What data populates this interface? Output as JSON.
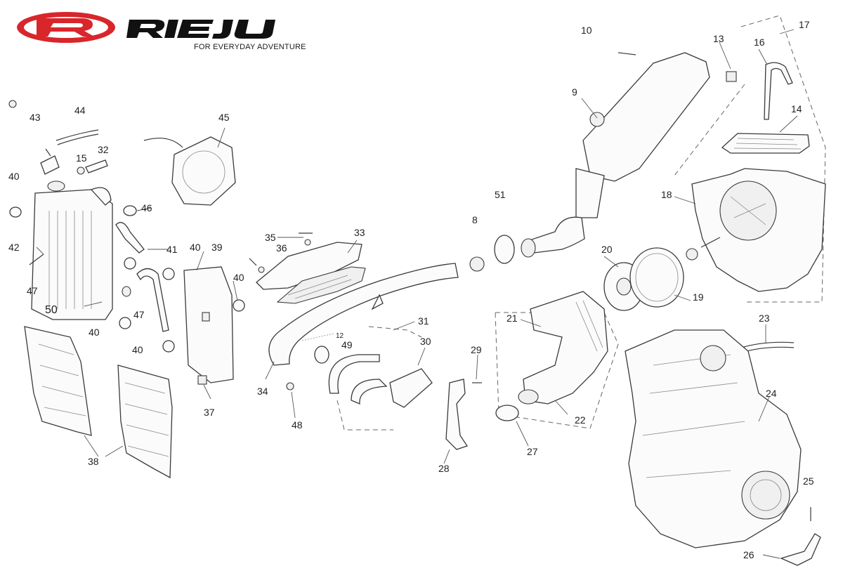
{
  "brand": {
    "logo_text": "RIEJU",
    "tagline": "FOR EVERYDAY ADVENTURE",
    "logo_color": "#d8262b"
  },
  "callouts": [
    "10",
    "13",
    "17",
    "16",
    "9",
    "14",
    "18",
    "51",
    "8",
    "20",
    "19",
    "21",
    "23",
    "24",
    "22",
    "27",
    "28",
    "29",
    "30",
    "31",
    "12",
    "49",
    "34",
    "48",
    "33",
    "35",
    "36",
    "40",
    "39",
    "41",
    "42",
    "47",
    "50",
    "43",
    "44",
    "15",
    "32",
    "45",
    "46",
    "37",
    "38",
    "25",
    "26"
  ],
  "colors": {
    "line": "#3a3a3a",
    "text": "#222222",
    "background": "#ffffff"
  }
}
